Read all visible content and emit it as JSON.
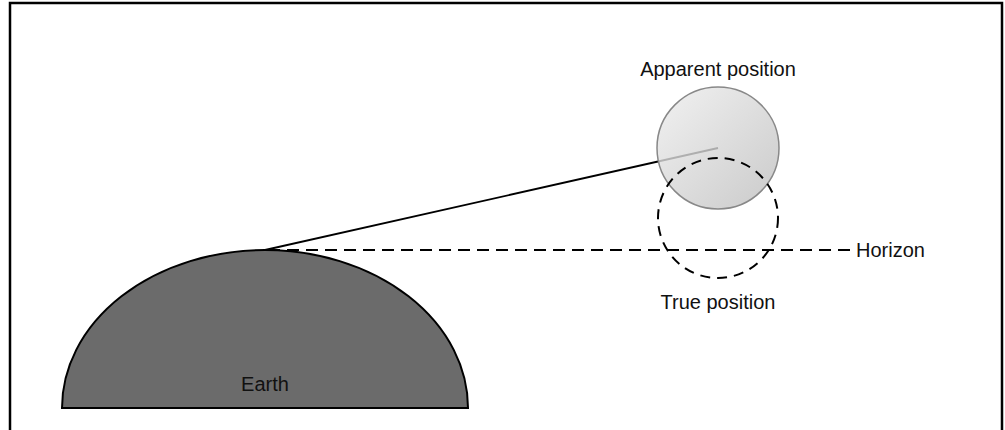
{
  "diagram": {
    "nodes": [
      {
        "text": [
          "Earth"
        ]
      },
      {
        "text": [
          "Apparent position"
        ]
      },
      {
        "text": [
          "True position"
        ]
      }
    ],
    "edges": [
      {
        "from": 0,
        "to": 1,
        "arrow": "none"
      }
    ],
    "labels": [
      "Horizon"
    ]
  }
}
